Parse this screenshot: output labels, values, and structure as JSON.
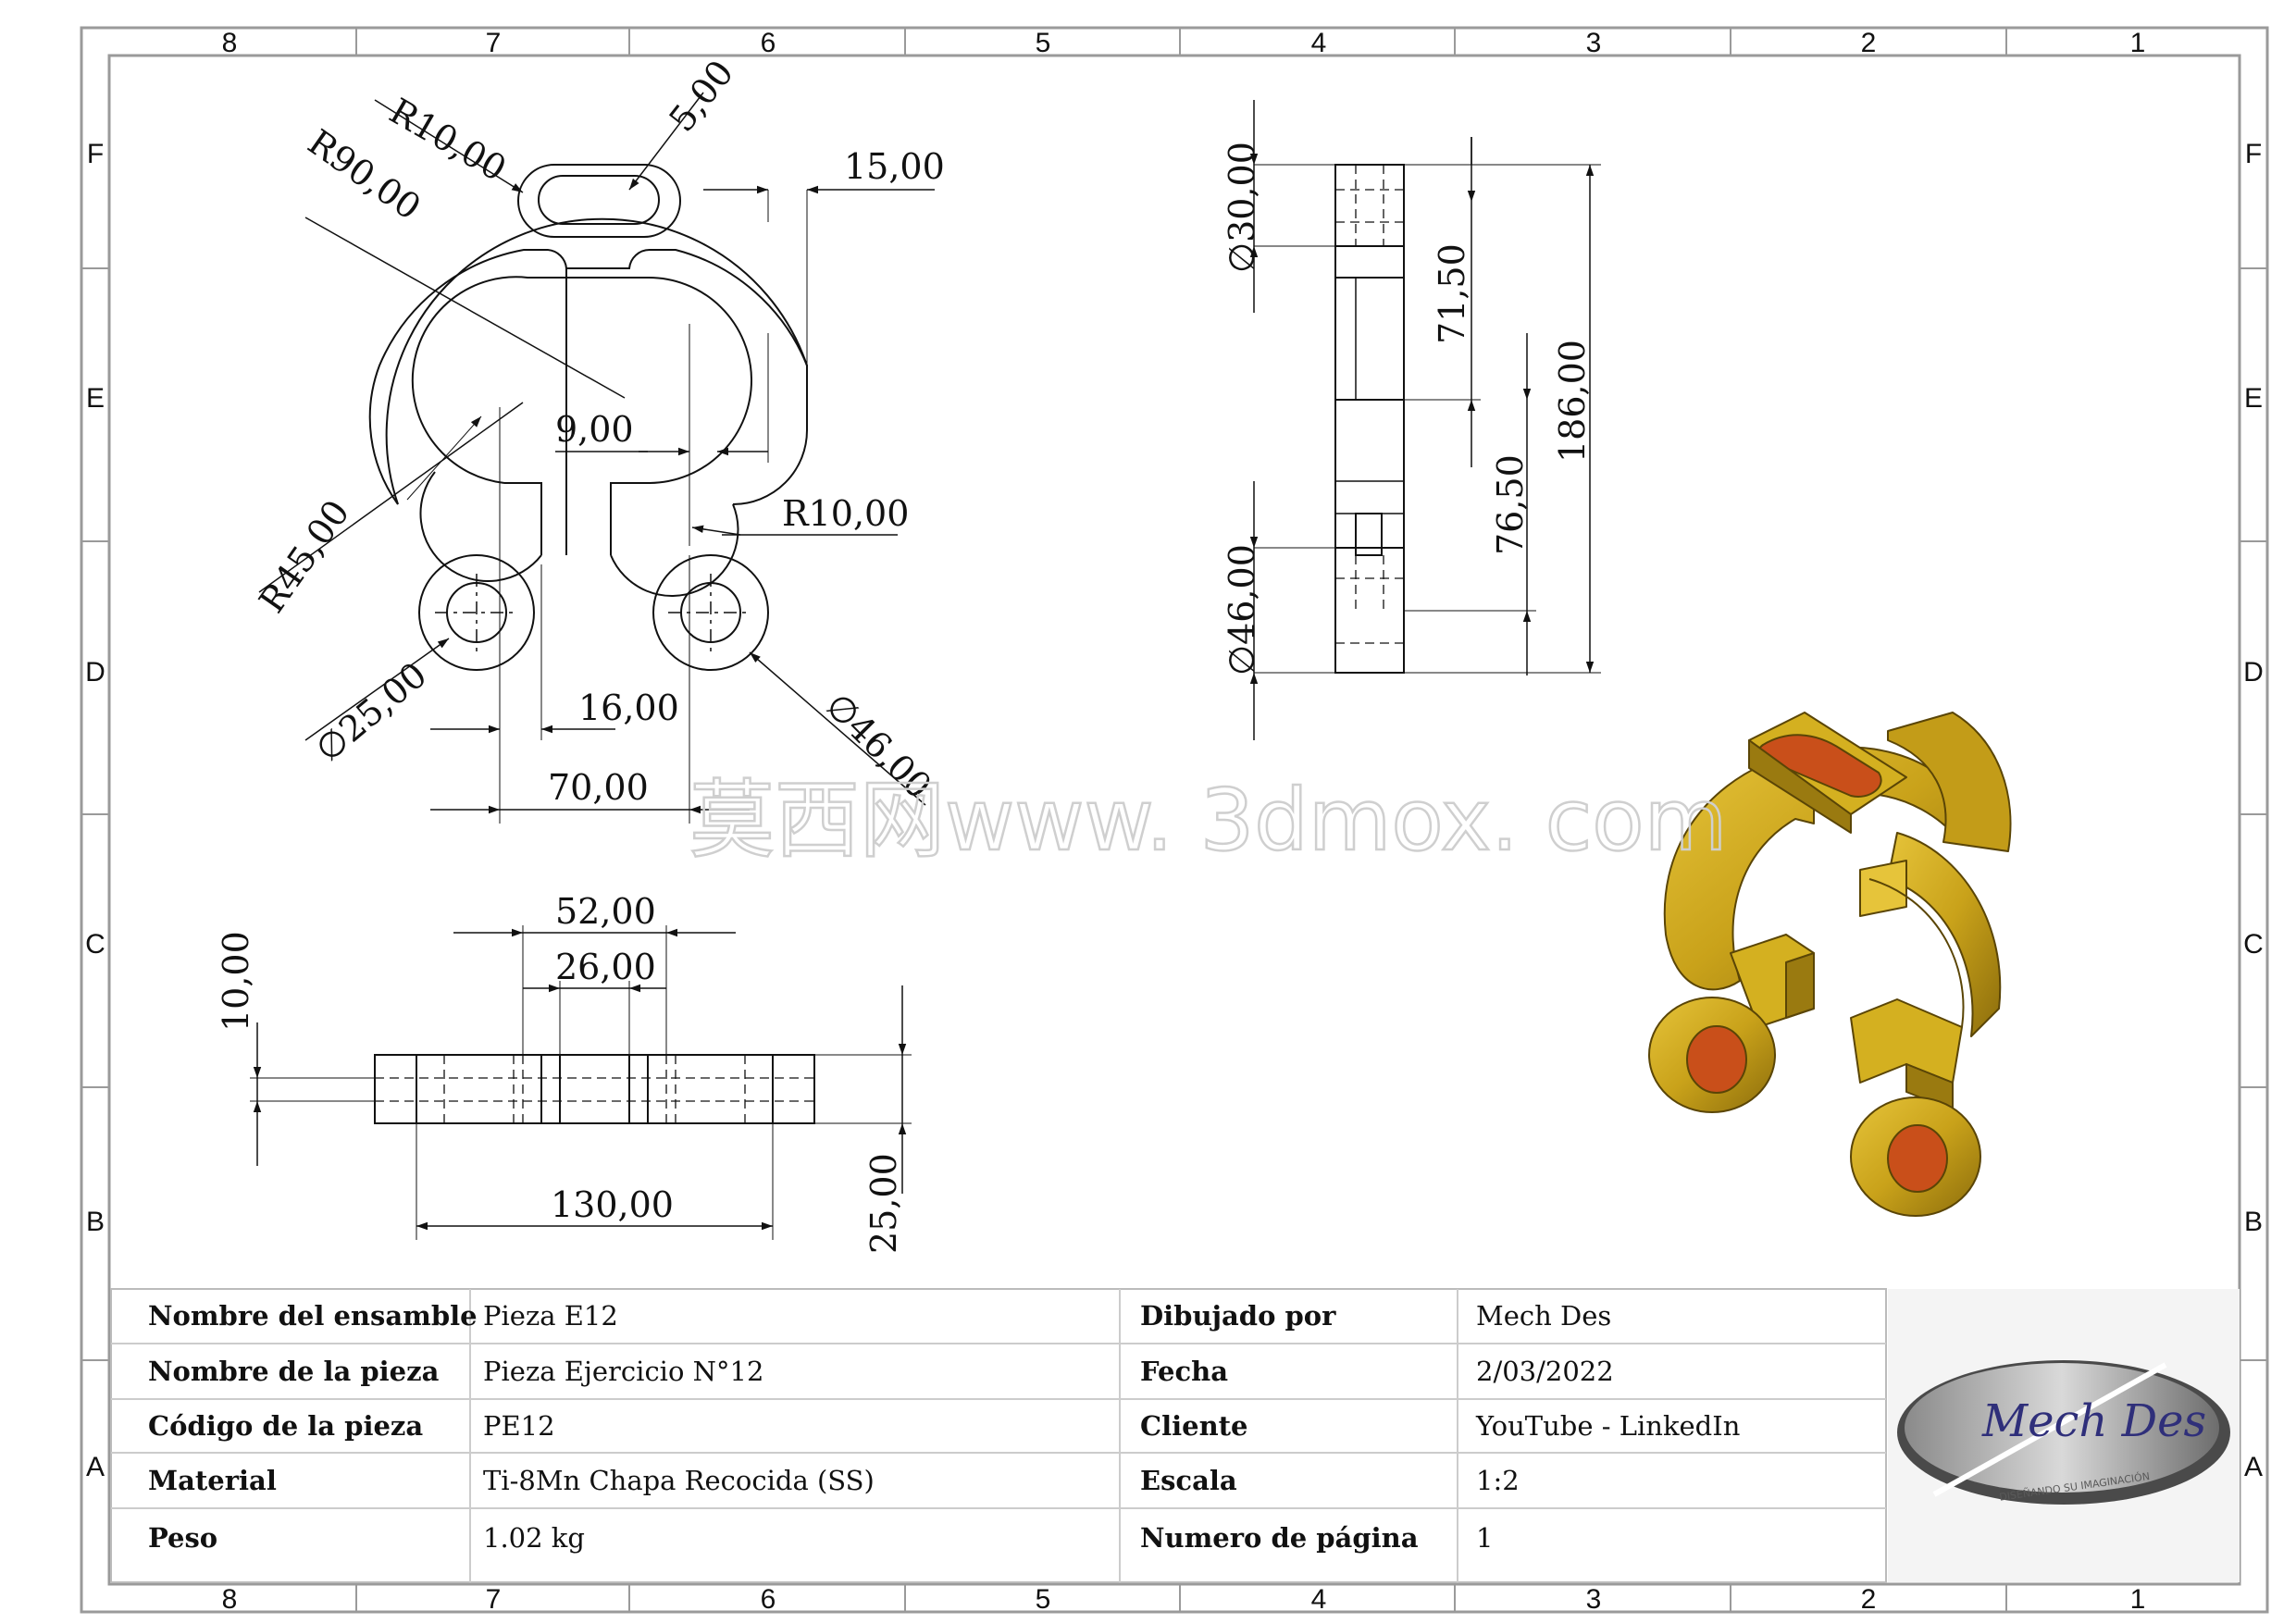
{
  "zones": {
    "columns": [
      "8",
      "7",
      "6",
      "5",
      "4",
      "3",
      "2",
      "1"
    ],
    "rows": [
      "F",
      "E",
      "D",
      "C",
      "B",
      "A"
    ]
  },
  "front_view": {
    "dims": {
      "r10_top": "R10,00",
      "slot_5": "5,00",
      "r90": "R90,00",
      "d15": "15,00",
      "d9": "9,00",
      "r10_mid": "R10,00",
      "r45": "R45,00",
      "d16": "16,00",
      "dia25": "∅25,00",
      "dia46": "∅46,00",
      "d70": "70,00"
    }
  },
  "side_view": {
    "dims": {
      "dia30": "∅30,00",
      "d71_5": "71,50",
      "d186": "186,00",
      "d76_5": "76,50",
      "dia46": "∅46,00"
    }
  },
  "top_view": {
    "dims": {
      "d52": "52,00",
      "d26": "26,00",
      "d10": "10,00",
      "d130": "130,00",
      "d25": "25,00"
    }
  },
  "watermark": "莫西网www. 3dmox. com",
  "title_block": {
    "rows": [
      {
        "label_left": "Nombre del ensamble",
        "value_left": "Pieza E12",
        "label_right": "Dibujado por",
        "value_right": "Mech Des"
      },
      {
        "label_left": "Nombre de la pieza",
        "value_left": "Pieza Ejercicio N°12",
        "label_right": "Fecha",
        "value_right": "2/03/2022"
      },
      {
        "label_left": "Código de la pieza",
        "value_left": "PE12",
        "label_right": "Cliente",
        "value_right": "YouTube - LinkedIn"
      },
      {
        "label_left": "Material",
        "value_left": "Ti-8Mn Chapa Recocida (SS)",
        "label_right": "Escala",
        "value_right": "1:2"
      },
      {
        "label_left": "Peso",
        "value_left": "1.02 kg",
        "label_right": "Numero de página",
        "value_right": "1"
      }
    ],
    "logo_text": "Mech Des",
    "logo_tagline": "DISEÑANDO SU IMAGINACIÓN"
  },
  "colors": {
    "part_gold": "#d4b020",
    "part_gold_dark": "#9a7a10",
    "bore_orange": "#d2541e",
    "border": "#9a9a9a"
  }
}
